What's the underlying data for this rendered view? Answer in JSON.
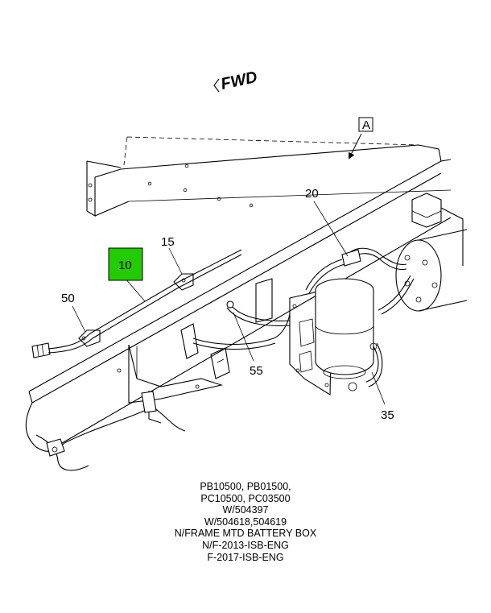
{
  "direction_label": "FWD",
  "view_label": "A",
  "highlight_color": "#22cc00",
  "callouts": {
    "c10": "10",
    "c15": "15",
    "c20": "20",
    "c35": "35",
    "c50": "50",
    "c55": "55"
  },
  "notes": [
    "PB10500, PB01500,",
    "PC10500, PC03500",
    "W/504397",
    "W/504618,504619",
    "N/FRAME MTD BATTERY BOX",
    "N/F-2013-ISB-ENG",
    "F-2017-ISB-ENG"
  ]
}
